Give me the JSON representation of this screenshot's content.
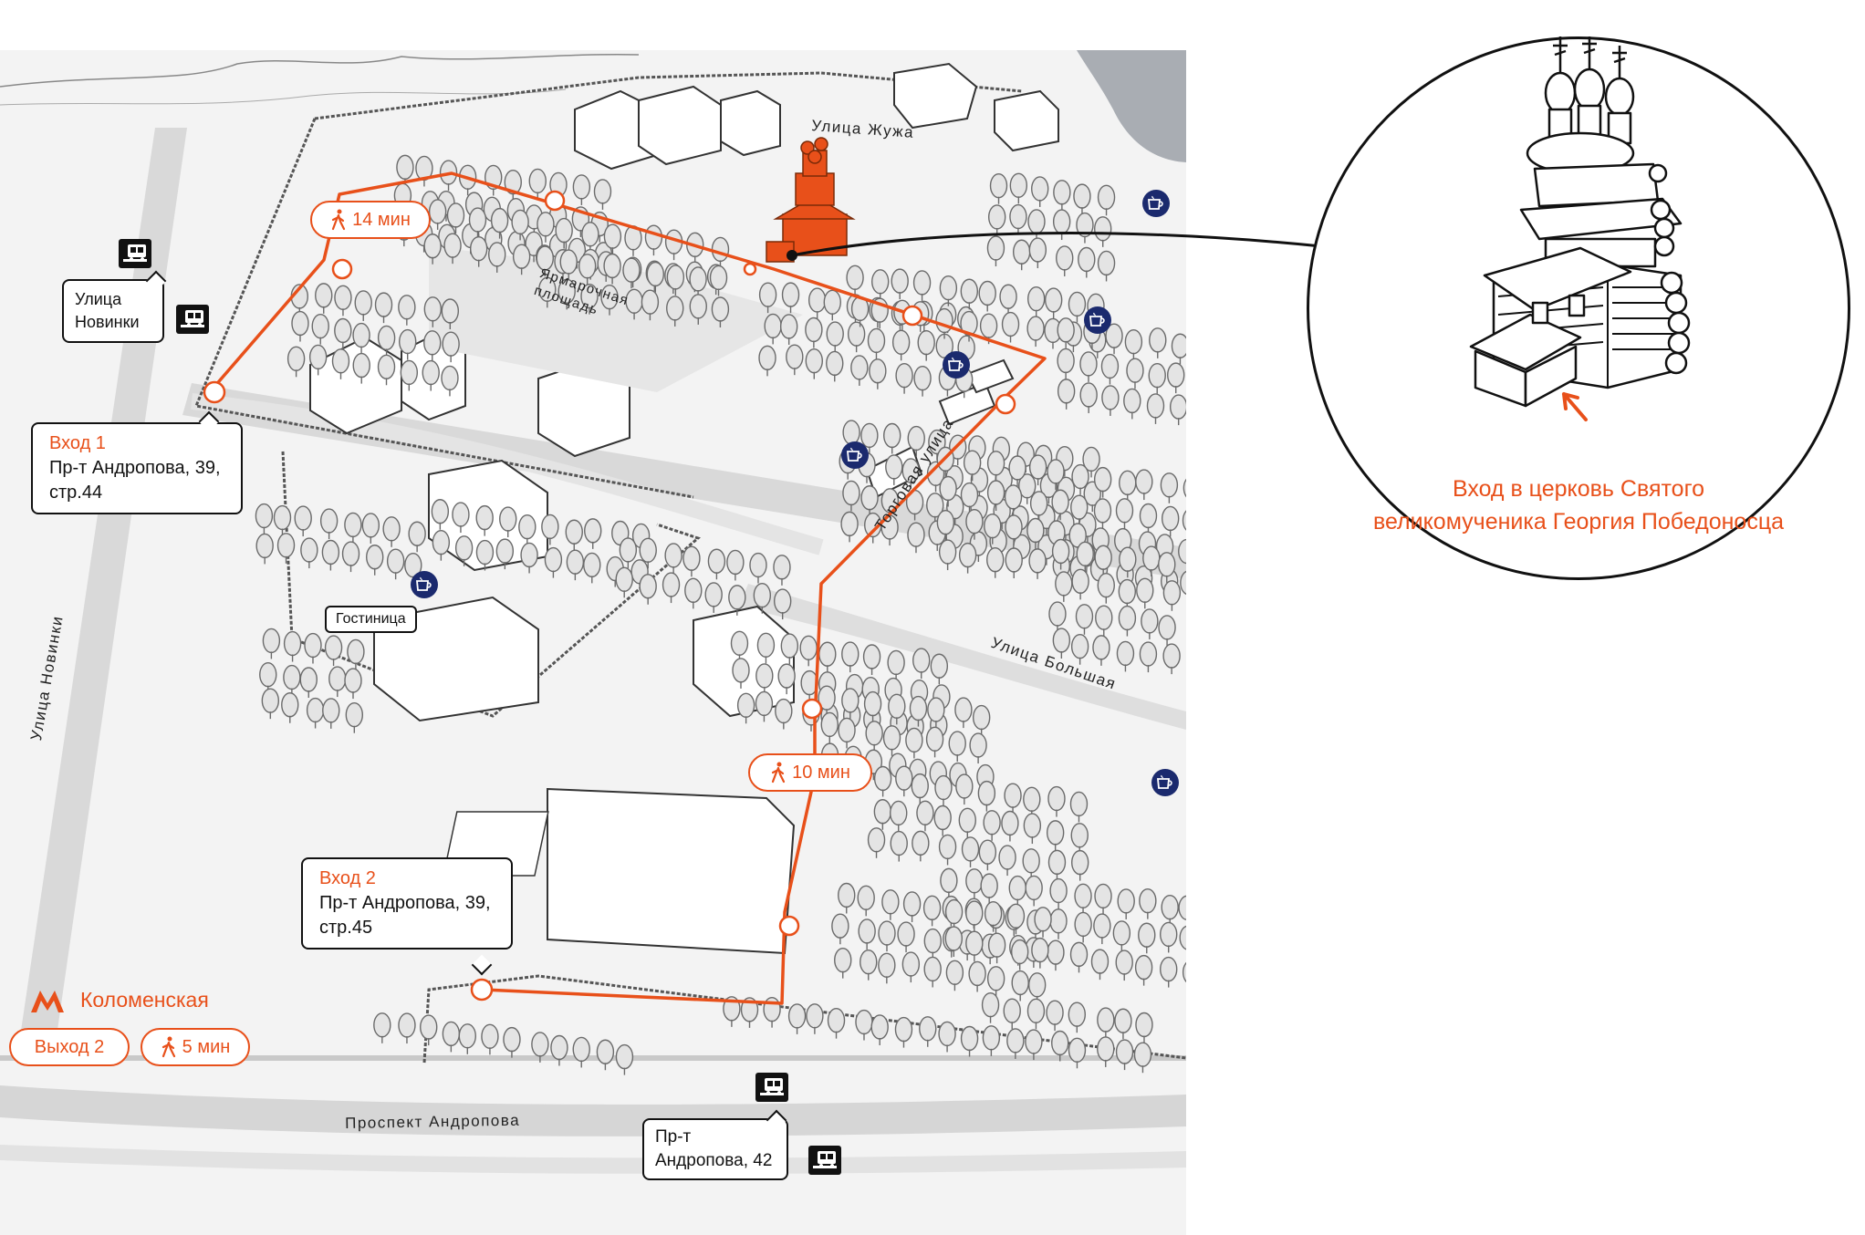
{
  "streets": {
    "zhuzha": "Улица Жужа",
    "yarmarochnaya": "Ярмарочная площадь",
    "torgovaya": "Торговая улица",
    "bolshaya": "Улица Большая",
    "novinki": "Улица Новинки",
    "andropova": "Проспект Андропова"
  },
  "walk_times": {
    "top": "14 мин",
    "middle": "10 мин",
    "metro": "5 мин"
  },
  "callouts": {
    "bus_novinki": "Улица Новинки",
    "entrance1_title": "Вход 1",
    "entrance1_address": "Пр-т Андропова, 39, стр.44",
    "entrance2_title": "Вход 2",
    "entrance2_address": "Пр-т Андропова, 39, стр.45",
    "bus_andropova": "Пр-т Андропова, 42"
  },
  "hotel": "Гостиница",
  "metro": {
    "station": "Коломенская",
    "exit": "Выход 2"
  },
  "detail_caption": "Вход в церковь Святого великомученика Георгия Победоносца",
  "icons": {
    "transit": "bus-stop-icon",
    "cafe": "cafe-icon",
    "walk": "walking-person-icon",
    "metro": "metro-logo-icon"
  },
  "colors": {
    "route": "#e8501a",
    "cafe": "#1b2a6e",
    "road": "#d4d4d4",
    "ground": "#f2f2f2",
    "water": "#a9adb3"
  }
}
